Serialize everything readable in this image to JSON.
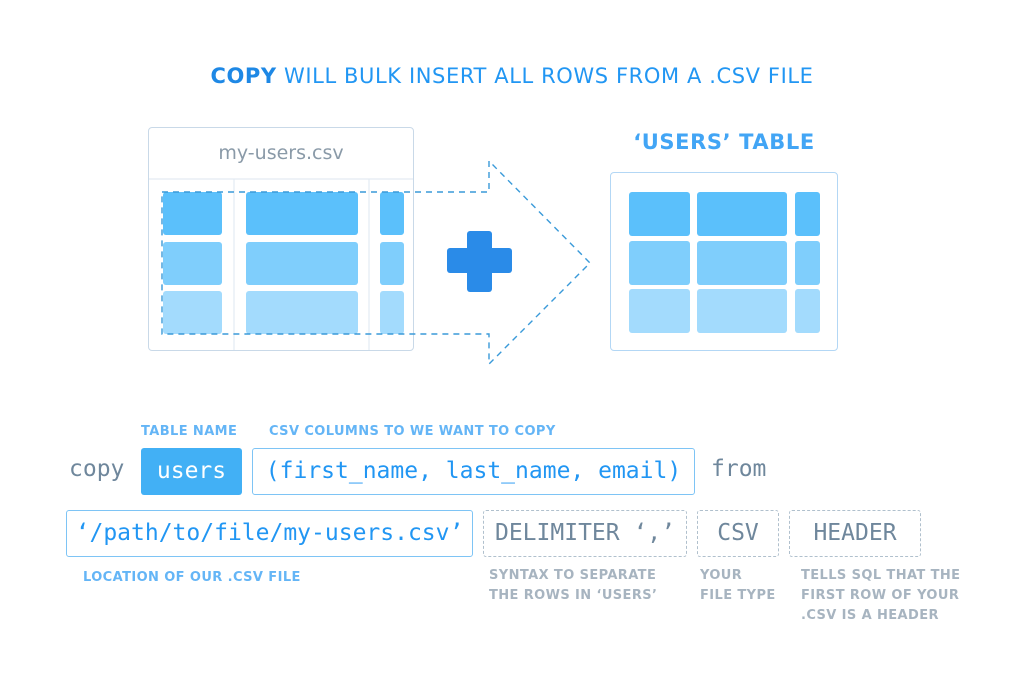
{
  "title": {
    "bold": "COPY",
    "rest": "WILL BULK INSERT ALL ROWS FROM A .CSV FILE"
  },
  "csv_file": {
    "name": "my-users.csv"
  },
  "target_table": {
    "title": "‘USERS’ TABLE"
  },
  "command": {
    "copy_keyword": "copy",
    "table_name": "users",
    "columns": "(first_name, last_name, email)",
    "from_keyword": "from",
    "path": "‘/path/to/file/my-users.csv’",
    "delimiter": "DELIMITER ‘,’",
    "file_type": "CSV",
    "header": "HEADER"
  },
  "annotations": {
    "table_name": "TABLE NAME",
    "columns": "CSV COLUMNS TO WE WANT TO COPY",
    "location": "LOCATION OF OUR .CSV FILE",
    "delimiter": [
      "SYNTAX TO SEPARATE",
      "THE ROWS IN ‘USERS’"
    ],
    "file_type": [
      "YOUR",
      "FILE TYPE"
    ],
    "header": [
      "TELLS SQL THAT THE",
      "FIRST ROW OF YOUR",
      ".CSV IS A HEADER"
    ]
  },
  "colors": {
    "accent": "#1e88e5",
    "row1": "#5bc0fb",
    "row2": "#7fcefc",
    "row3": "#a3dbfd",
    "plus": "#2a8be8",
    "dashed_arrow": "#3a9ad9"
  }
}
